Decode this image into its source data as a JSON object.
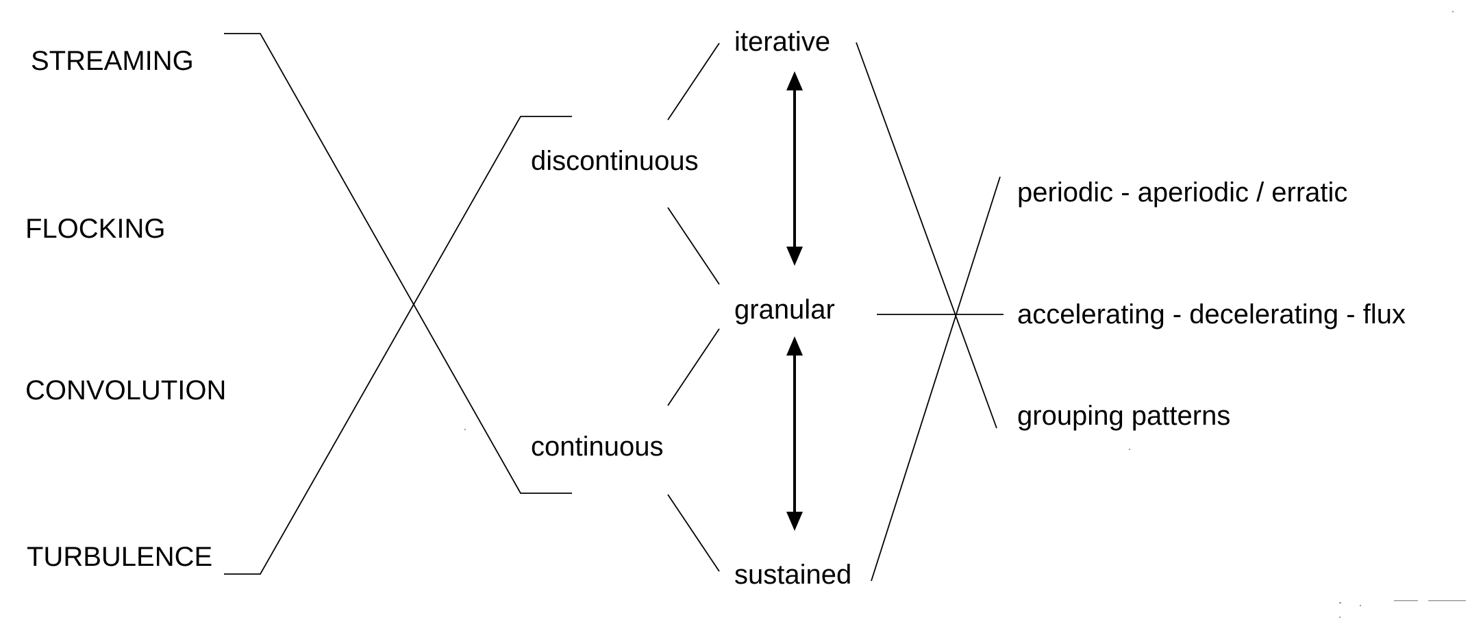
{
  "categories": {
    "streaming": "STREAMING",
    "flocking": "FLOCKING",
    "convolution": "CONVOLUTION",
    "turbulence": "TURBULENCE"
  },
  "modes": {
    "discontinuous": "discontinuous",
    "continuous": "continuous"
  },
  "qualities": {
    "iterative": "iterative",
    "granular": "granular",
    "sustained": "sustained"
  },
  "patterns": {
    "periodic": "periodic - aperiodic / erratic",
    "accelerating": "accelerating - decelerating - flux",
    "grouping": "grouping  patterns"
  }
}
